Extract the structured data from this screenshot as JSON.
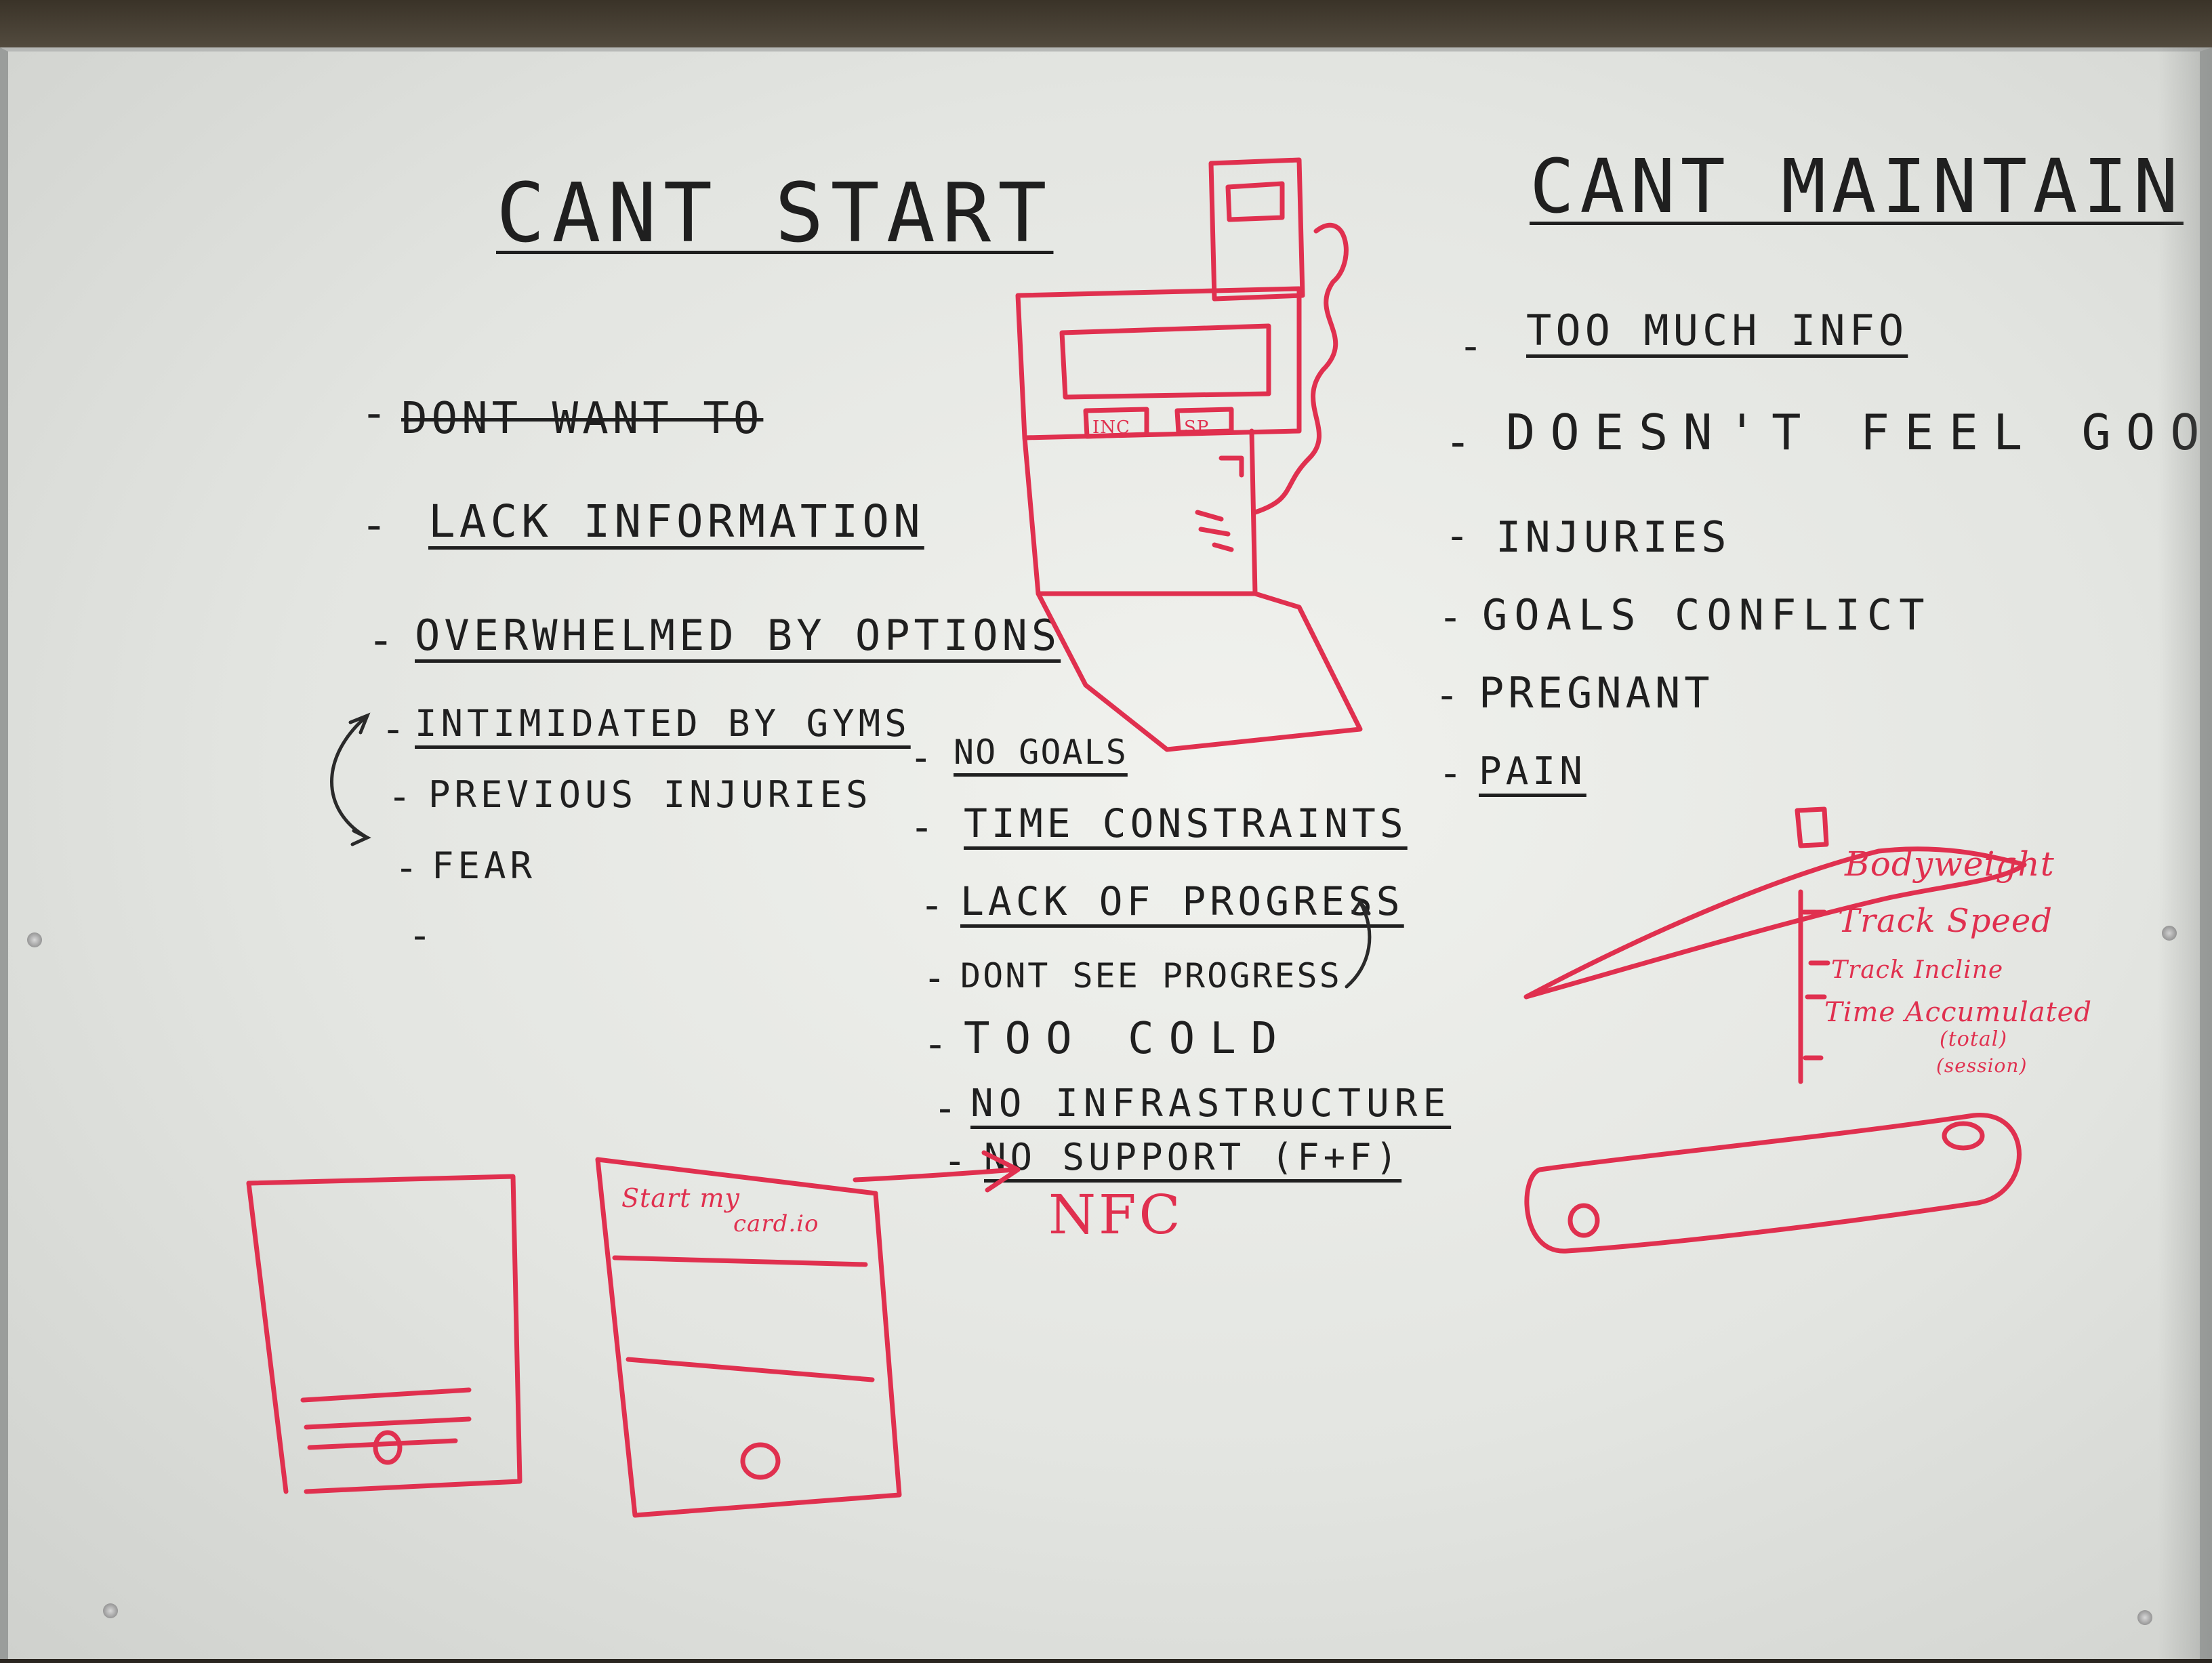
{
  "whiteboard": {
    "left_column": {
      "heading": "CANT START",
      "items": [
        "DONT WANT TO",
        "LACK INFORMATION",
        "OVERWHELMED BY OPTIONS",
        "INTIMIDATED BY GYMS",
        "PREVIOUS INJURIES",
        "FEAR",
        ""
      ]
    },
    "middle_column": {
      "items": [
        "NO GOALS",
        "TIME CONSTRAINTS",
        "LACK OF PROGRESS",
        "DONT SEE PROGRESS",
        "TOO COLD",
        "NO INFRASTRUCTURE",
        "NO SUPPORT (F+F)"
      ],
      "nfc_label": "NFC"
    },
    "right_column": {
      "heading": "CANT MAINTAIN",
      "items": [
        "TOO MUCH INFO",
        "DOESN'T FEEL GOOD",
        "INJURIES",
        "GOALS CONFLICT",
        "PREGNANT",
        "PAIN"
      ]
    },
    "machine_sketch": {
      "button_left": "INC",
      "button_right": "SP"
    },
    "treadmill_sketch": {
      "labels": [
        "Bodyweight",
        "Track Speed",
        "Track Incline",
        "Time Accumulated",
        "(total)",
        "(session)"
      ]
    },
    "card_sketch": {
      "label_line1": "Start my",
      "label_line2": "card.io"
    },
    "colors": {
      "marker_black": "#1f1f1f",
      "marker_red": "#e0304f",
      "board": "#ecedea"
    }
  }
}
